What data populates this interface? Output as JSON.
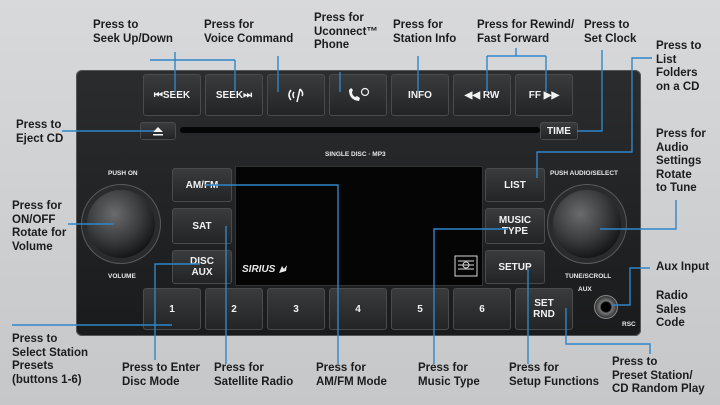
{
  "callouts": {
    "seek": "Press to\nSeek Up/Down",
    "voice": "Press for\nVoice Command",
    "uconnect": "Press for\nUconnect™\nPhone",
    "info": "Press for\nStation Info",
    "rewind": "Press for Rewind/\nFast Forward",
    "clock": "Press to\nSet Clock",
    "list": "Press to\nList Folders\non a CD",
    "eject": "Press to\nEject CD",
    "audio": "Press for\nAudio\nSettings\nRotate\nto Tune",
    "onoff": "Press for\nON/OFF\nRotate for\nVolume",
    "aux_input": "Aux Input",
    "rsc": "Radio\nSales\nCode",
    "presets": "Press to\nSelect Station\nPresets\n(buttons 1-6)",
    "disc": "Press to Enter\nDisc Mode",
    "sat": "Press for\nSatellite Radio",
    "amfm": "Press for\nAM/FM Mode",
    "music": "Press for\nMusic Type",
    "setup": "Press for\nSetup Functions",
    "setrnd": "Press to\nPreset Station/\nCD Random Play"
  },
  "radio": {
    "seek_down": "⏮SEEK",
    "seek_up": "SEEK⏭",
    "info": "INFO",
    "rw": "◀◀ RW",
    "ff": "FF ▶▶",
    "time": "TIME",
    "single_disc": "SINGLE DISC · MP3",
    "push_on": "PUSH ON",
    "volume": "VOLUME",
    "am_fm": "AM/FM",
    "sat": "SAT",
    "disc_aux": "DISC\nAUX",
    "list": "LIST",
    "music_type": "MUSIC\nTYPE",
    "setup": "SETUP",
    "push_audio": "PUSH AUDIO/SELECT",
    "tune_scroll": "TUNE/SCROLL",
    "aux": "AUX",
    "rsc": "RSC",
    "sirius": "SIRIUS",
    "set_rnd": "SET\nRND",
    "presets": [
      "1",
      "2",
      "3",
      "4",
      "5",
      "6"
    ]
  },
  "icons": {
    "voice": "voice-command-icon",
    "phone": "phone-icon",
    "eject": "eject-icon",
    "cd_logo": "compact-disc-logo",
    "sirius_dog": "sirius-dog-icon"
  },
  "colors": {
    "line": "#2f86c9",
    "panel": "#1f2022",
    "background": "#cfd0d2"
  }
}
